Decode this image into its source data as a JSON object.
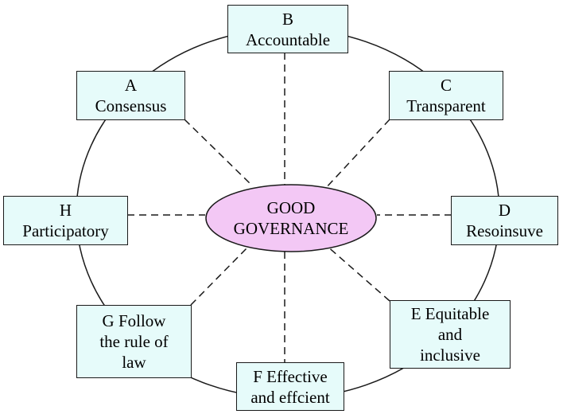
{
  "center": {
    "line1": "GOOD",
    "line2": "GOVERNANCE",
    "fill": "#f3c8f5"
  },
  "box_fill": "#e6fbfa",
  "nodes": {
    "b": {
      "line1": "B",
      "line2": "Accountable"
    },
    "a": {
      "line1": "A",
      "line2": "Consensus"
    },
    "c": {
      "line1": "C",
      "line2": "Transparent"
    },
    "h": {
      "line1": "H",
      "line2": "Participatory"
    },
    "d": {
      "line1": "D",
      "line2": "Resoinsuve"
    },
    "g": {
      "line1": "G Follow",
      "line2": "the rule of",
      "line3": "law"
    },
    "f": {
      "line1": "F Effective",
      "line2": "and effcient"
    },
    "e": {
      "line1": "E Equitable",
      "line2": "and",
      "line3": "inclusive"
    }
  }
}
